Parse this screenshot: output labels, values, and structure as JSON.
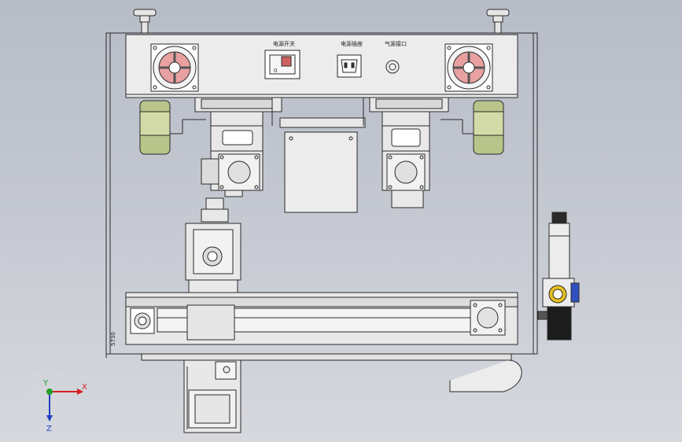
{
  "panel": {
    "switch_label": "电源开关",
    "switch_mark": "0",
    "socket_label": "电源插座",
    "port_label": "气源接口",
    "frame_tag": "5730"
  },
  "triad": {
    "x": "X",
    "y": "Y",
    "z": "Z"
  },
  "colors": {
    "background": "#c2c6cf",
    "line": "#2a2a2a",
    "metal": "#e6e6e6",
    "fan_blade": "#e8a0a0",
    "wheel": "#b8c48a",
    "regulator_gauge": "#e8c020",
    "regulator_body": "#1c1c1c",
    "triad_x": "#d42020",
    "triad_y": "#20a020",
    "triad_z": "#2040c0"
  }
}
